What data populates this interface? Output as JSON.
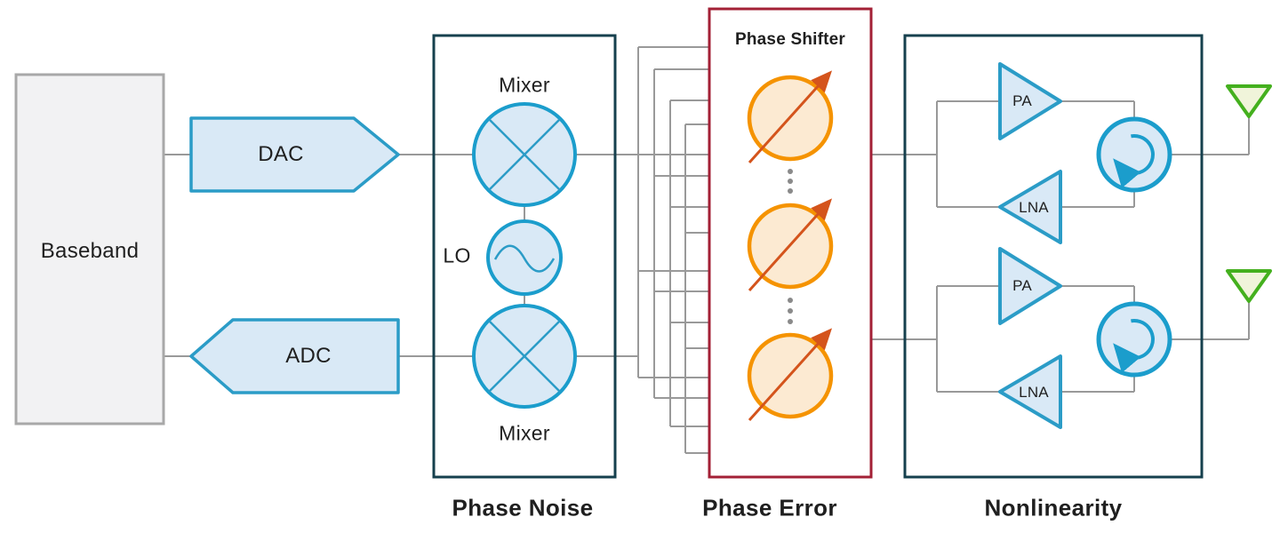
{
  "diagram": {
    "baseband": {
      "label": "Baseband"
    },
    "converters": {
      "dac_label": "DAC",
      "adc_label": "ADC"
    },
    "phase_noise": {
      "title": "Phase Noise",
      "mixer_top_label": "Mixer",
      "lo_label": "LO",
      "mixer_bottom_label": "Mixer"
    },
    "phase_error": {
      "title": "Phase Error",
      "inner_title": "Phase Shifter"
    },
    "nonlinearity": {
      "title": "Nonlinearity",
      "channels": [
        {
          "pa_label": "PA",
          "lna_label": "LNA"
        },
        {
          "pa_label": "PA",
          "lna_label": "LNA"
        }
      ]
    },
    "colors": {
      "component_stroke_blue": "#1b9dcc",
      "component_fill_blue": "#d9e9f6",
      "box_border_dark": "#16404e",
      "phase_error_border": "#a32036",
      "phase_shifter_stroke": "#f59300",
      "phase_shifter_fill": "#fcead2",
      "phase_shifter_arrow": "#d4541c",
      "antenna_stroke_green": "#44b01e",
      "antenna_fill": "#f0f4da",
      "wire_gray": "#999999",
      "baseband_fill": "#f2f2f3",
      "baseband_border": "#a8a8a8",
      "text": "#1f1f1f"
    }
  }
}
